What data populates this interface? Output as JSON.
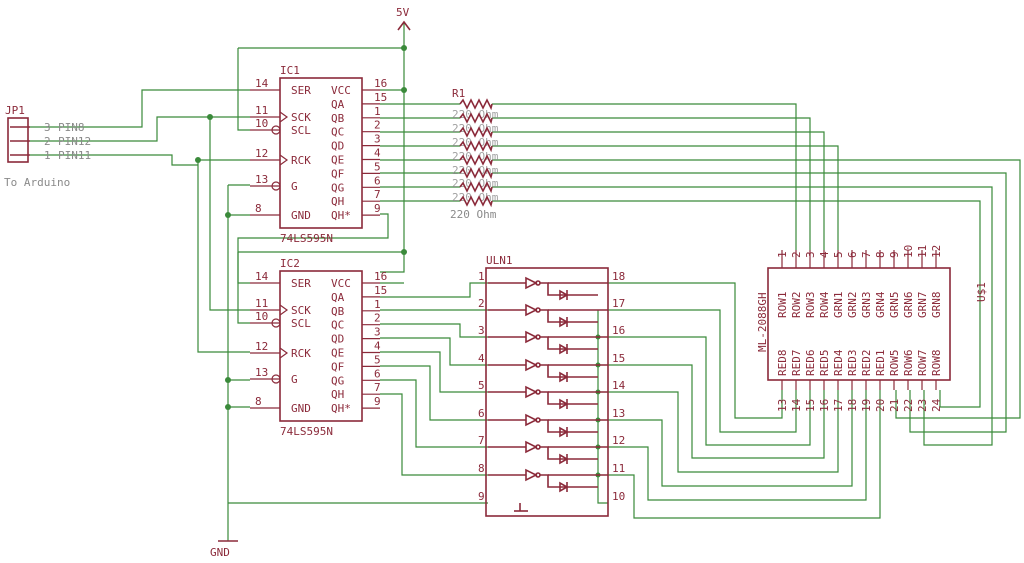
{
  "power": {
    "label": "5V"
  },
  "ground": {
    "label": "GND"
  },
  "connector": {
    "name": "JP1",
    "caption": "To Arduino",
    "pins": [
      {
        "num": "3",
        "label": "PIN8"
      },
      {
        "num": "2",
        "label": "PIN12"
      },
      {
        "num": "1",
        "label": "PIN11"
      }
    ]
  },
  "ic1": {
    "name": "IC1",
    "part": "74LS595N",
    "left_pins": [
      {
        "num": "14",
        "label": "SER"
      },
      {
        "num": "11",
        "label": "SCK"
      },
      {
        "num": "10",
        "label": "SCL"
      },
      {
        "num": "12",
        "label": "RCK"
      },
      {
        "num": "13",
        "label": "G"
      },
      {
        "num": "8",
        "label": "GND"
      }
    ],
    "right_pins": [
      {
        "num": "16",
        "label": "VCC"
      },
      {
        "num": "15",
        "label": "QA"
      },
      {
        "num": "1",
        "label": "QB"
      },
      {
        "num": "2",
        "label": "QC"
      },
      {
        "num": "3",
        "label": "QD"
      },
      {
        "num": "4",
        "label": "QE"
      },
      {
        "num": "5",
        "label": "QF"
      },
      {
        "num": "6",
        "label": "QG"
      },
      {
        "num": "7",
        "label": "QH"
      },
      {
        "num": "9",
        "label": "QH*"
      }
    ]
  },
  "ic2": {
    "name": "IC2",
    "part": "74LS595N",
    "left_pins": [
      {
        "num": "14",
        "label": "SER"
      },
      {
        "num": "11",
        "label": "SCK"
      },
      {
        "num": "10",
        "label": "SCL"
      },
      {
        "num": "12",
        "label": "RCK"
      },
      {
        "num": "13",
        "label": "G"
      },
      {
        "num": "8",
        "label": "GND"
      }
    ],
    "right_pins": [
      {
        "num": "16",
        "label": "VCC"
      },
      {
        "num": "15",
        "label": "QA"
      },
      {
        "num": "1",
        "label": "QB"
      },
      {
        "num": "2",
        "label": "QC"
      },
      {
        "num": "3",
        "label": "QD"
      },
      {
        "num": "4",
        "label": "QE"
      },
      {
        "num": "5",
        "label": "QF"
      },
      {
        "num": "6",
        "label": "QG"
      },
      {
        "num": "7",
        "label": "QH"
      },
      {
        "num": "9",
        "label": "QH*"
      }
    ]
  },
  "resistors": {
    "name": "R1",
    "value_label": "220 Ohm",
    "count": 8
  },
  "uln": {
    "name": "ULN1",
    "left_pins": [
      "1",
      "2",
      "3",
      "4",
      "5",
      "6",
      "7",
      "8",
      "9"
    ],
    "right_pins": [
      "18",
      "17",
      "16",
      "15",
      "14",
      "13",
      "12",
      "11",
      "10"
    ]
  },
  "matrix": {
    "name": "U$1",
    "part": "ML-2088GH",
    "top_pins": [
      "1",
      "2",
      "3",
      "4",
      "5",
      "6",
      "7",
      "8",
      "9",
      "10",
      "11",
      "12"
    ],
    "top_labels": [
      "ROW1",
      "ROW2",
      "ROW3",
      "ROW4",
      "GRN1",
      "GRN2",
      "GRN3",
      "GRN4",
      "GRN5",
      "GRN6",
      "GRN7",
      "GRN8"
    ],
    "bottom_pins": [
      "13",
      "14",
      "15",
      "16",
      "17",
      "18",
      "19",
      "20",
      "21",
      "22",
      "23",
      "24"
    ],
    "bottom_labels": [
      "RED8",
      "RED7",
      "RED6",
      "RED5",
      "RED4",
      "RED3",
      "RED2",
      "RED1",
      "ROW5",
      "ROW6",
      "ROW7",
      "ROW8"
    ]
  }
}
